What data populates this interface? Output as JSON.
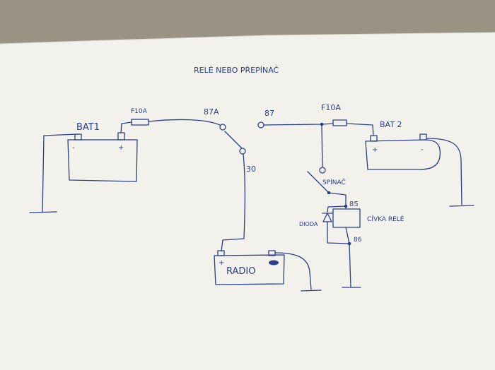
{
  "title": "RELÉ NEBO PŘEPÍNAČ",
  "labels": {
    "bat1": "BAT1",
    "bat2": "BAT 2",
    "fuse1": "F10A",
    "fuse2": "F10A",
    "contact_87a": "87A",
    "contact_87": "87",
    "contact_30": "30",
    "spinac": "SPÍNAČ",
    "contact_85": "85",
    "contact_86": "86",
    "coil": "CÍVKA RELÉ",
    "diode": "DIODA",
    "radio": "RADIO",
    "plus": "+",
    "minus": "-"
  },
  "colors": {
    "ink": "#2b3f8a",
    "paper": "#f3f2ec",
    "background": "#9a9384"
  }
}
